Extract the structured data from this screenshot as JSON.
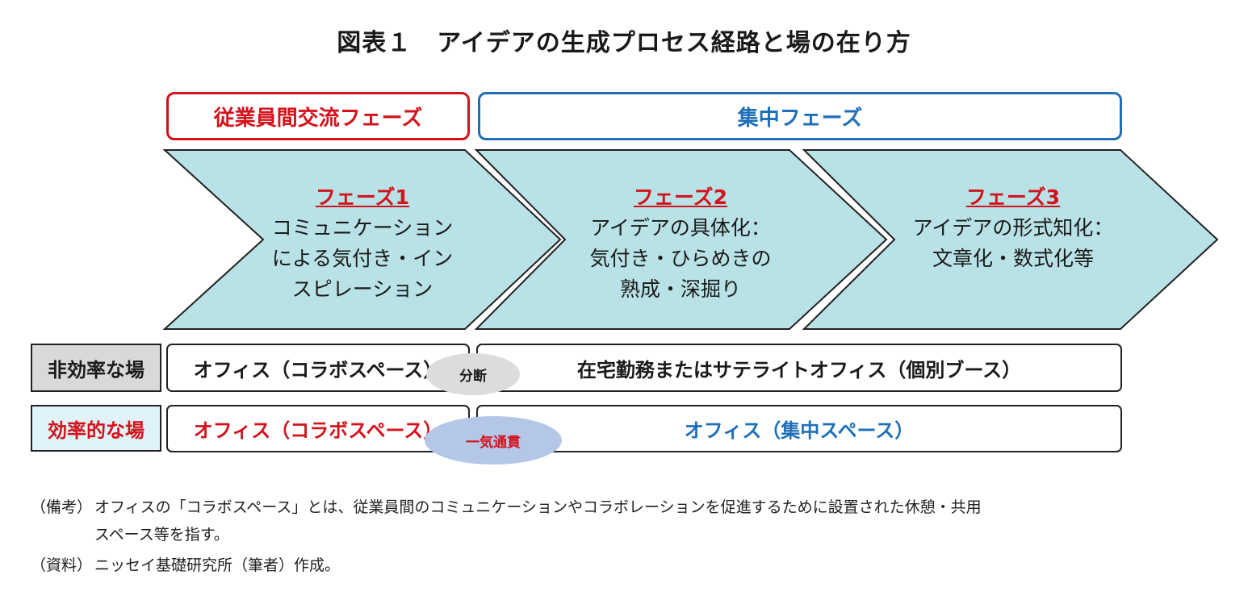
{
  "title": "図表１　アイデアの生成プロセス経路と場の在り方",
  "phase_groups": {
    "left": "従業員間交流フェーズ",
    "right": "集中フェーズ"
  },
  "phases": [
    {
      "name": "フェーズ1",
      "lines": [
        "コミュニケーション",
        "による気付き・イン",
        "スピレーション"
      ]
    },
    {
      "name": "フェーズ2",
      "lines": [
        "アイデアの具体化：",
        "気付き・ひらめきの",
        "熟成・深掘り"
      ]
    },
    {
      "name": "フェーズ3",
      "lines": [
        "アイデアの形式知化：",
        "文章化・数式化等"
      ]
    }
  ],
  "rows": {
    "inefficient": {
      "label": "非効率な場",
      "left": "オフィス（コラボスペース）",
      "right": "在宅勤務またはサテライトオフィス（個別ブース）",
      "connector": "分断"
    },
    "efficient": {
      "label": "効率的な場",
      "left": "オフィス（コラボスペース）",
      "right": "オフィス（集中スペース）",
      "connector": "一気通貫"
    }
  },
  "notes": {
    "remark_tag": "（備考）",
    "remark_line1": "オフィスの「コラボスペース」とは、従業員間のコミュニケーションやコラボレーションを促進するために設置された休憩・共用",
    "remark_line2": "スペース等を指す。",
    "source_tag": "（資料）",
    "source_text": "ニッセイ基礎研究所（筆者）作成。"
  },
  "colors": {
    "red": "#d3121b",
    "blue": "#1e6fb8",
    "chevron_fill": "#b9e2e6",
    "inefficient_label_bg": "#d9d9d9",
    "efficient_label_bg": "#dff3f8",
    "split_ellipse": "#dcdcdc",
    "through_ellipse": "#b4c7e7"
  }
}
